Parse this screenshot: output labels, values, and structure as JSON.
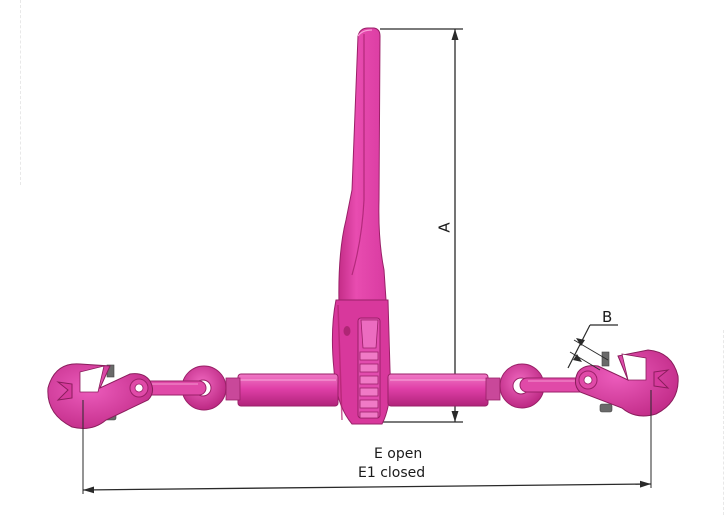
{
  "diagram": {
    "subject": "Ratchet load binder with grab hooks",
    "colors": {
      "body": "#e040a8",
      "body_dark": "#b81f7e",
      "body_light": "#f27cc8",
      "outline": "#8a1d5c",
      "dimension_line": "#2a2a2a",
      "latch": "#6a6a6a"
    },
    "dimensions": {
      "a": {
        "label": "A",
        "orientation": "vertical"
      },
      "b": {
        "label": "B",
        "orientation": "angled"
      },
      "e_open": {
        "label": "E open"
      },
      "e1_closed": {
        "label": "E1 closed"
      }
    },
    "components": [
      "handle",
      "ratchet-gear",
      "barrel",
      "left-eye-bolt",
      "right-eye-bolt",
      "left-chain-link",
      "right-chain-link",
      "left-grab-hook",
      "right-grab-hook"
    ]
  }
}
